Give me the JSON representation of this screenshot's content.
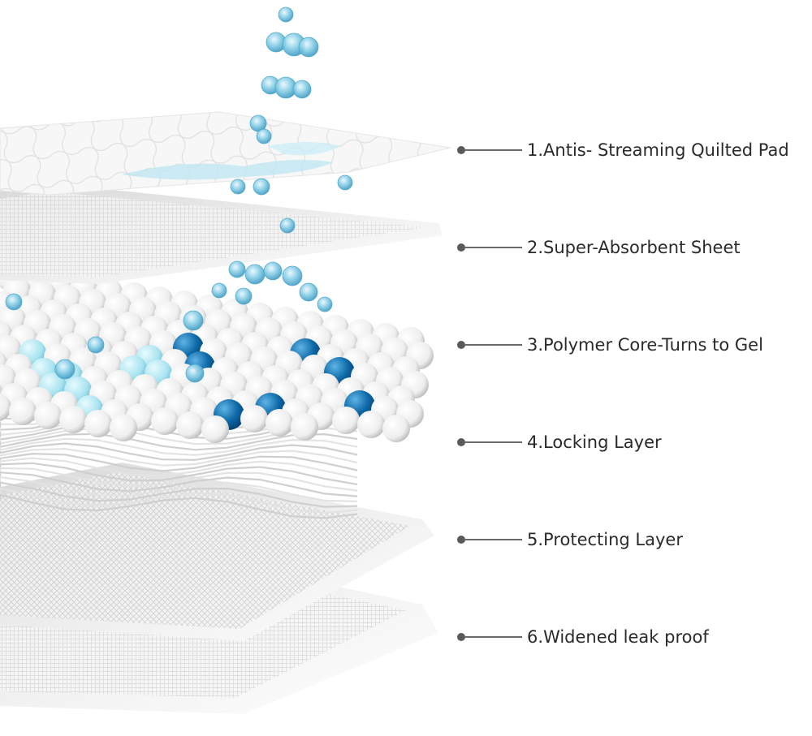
{
  "layers": [
    {
      "label": "1.Antis- Streaming  Quilted  Pad"
    },
    {
      "label": "2.Super-Absorbent Sheet"
    },
    {
      "label": "3.Polymer Core-Turns to Gel"
    },
    {
      "label": "4.Locking Layer"
    },
    {
      "label": "5.Protecting Layer"
    },
    {
      "label": "6.Widened leak proof"
    }
  ],
  "colors": {
    "water": "#7cc6e0",
    "gel_dark": "#0e6aa8",
    "gel_light": "#a8e3ef",
    "bead": "#ffffff",
    "leader": "#6a6a6a"
  }
}
